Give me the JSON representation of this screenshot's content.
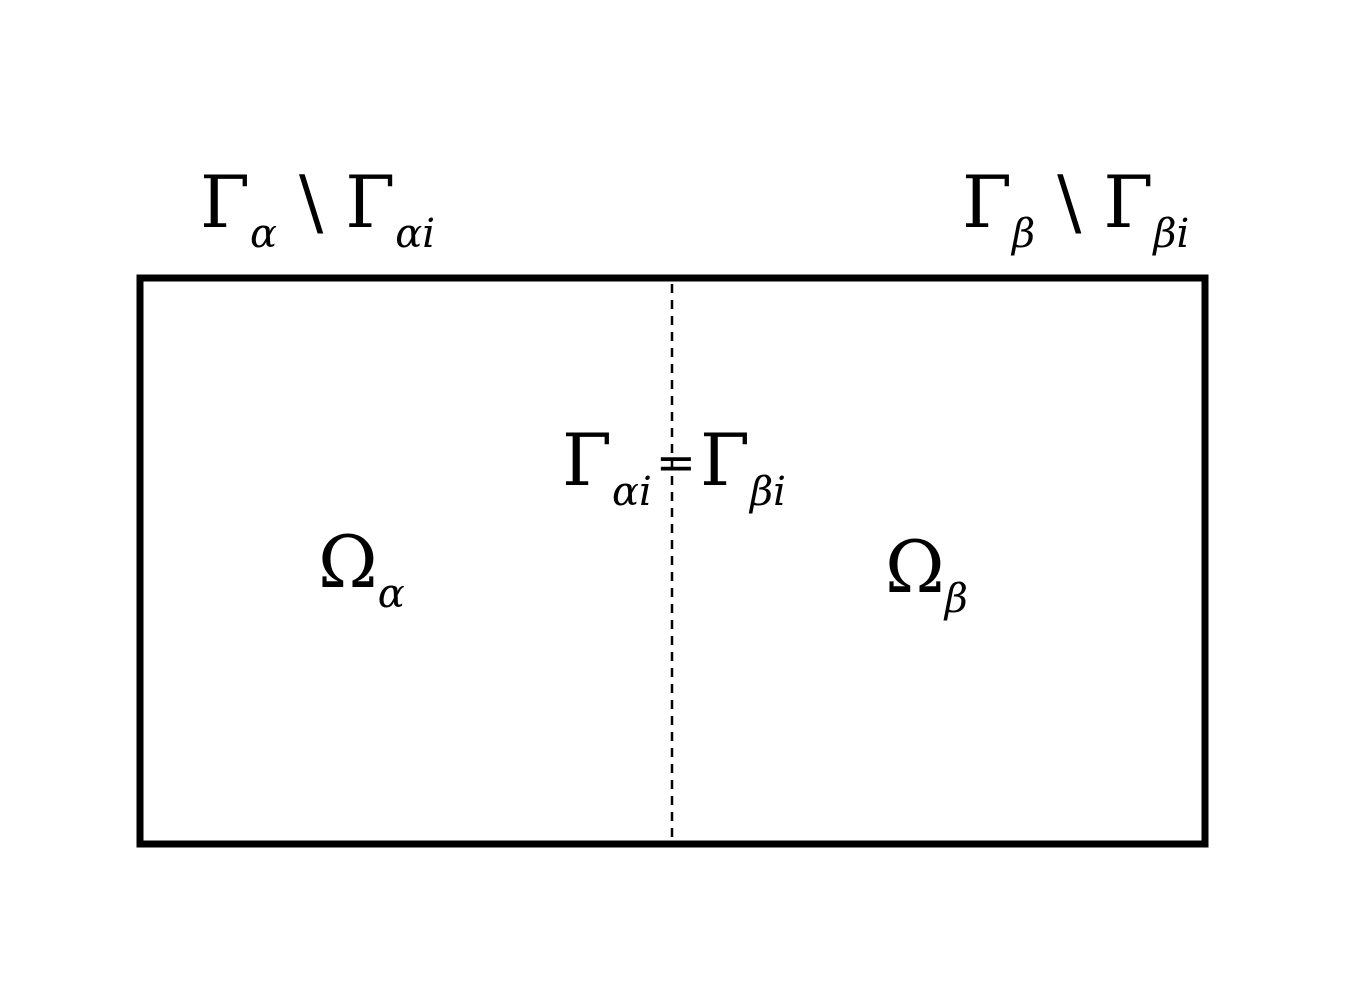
{
  "diagram": {
    "labels": {
      "gamma_alpha_top": {
        "main": "Γ",
        "sub": "α",
        "sep": "\\",
        "main2": "Γ",
        "sub2": "αi"
      },
      "gamma_beta_top": {
        "main": "Γ",
        "sub": "β",
        "sep": "\\",
        "main2": "Γ",
        "sub2": "βi"
      },
      "interface": {
        "main": "Γ",
        "sub": "αi",
        "eq": "=",
        "main2": "Γ",
        "sub2": "βi"
      },
      "omega_alpha": {
        "main": "Ω",
        "sub": "α"
      },
      "omega_beta": {
        "main": "Ω",
        "sub": "β"
      }
    },
    "colors": {
      "stroke": "#000000",
      "background": "#ffffff"
    }
  }
}
